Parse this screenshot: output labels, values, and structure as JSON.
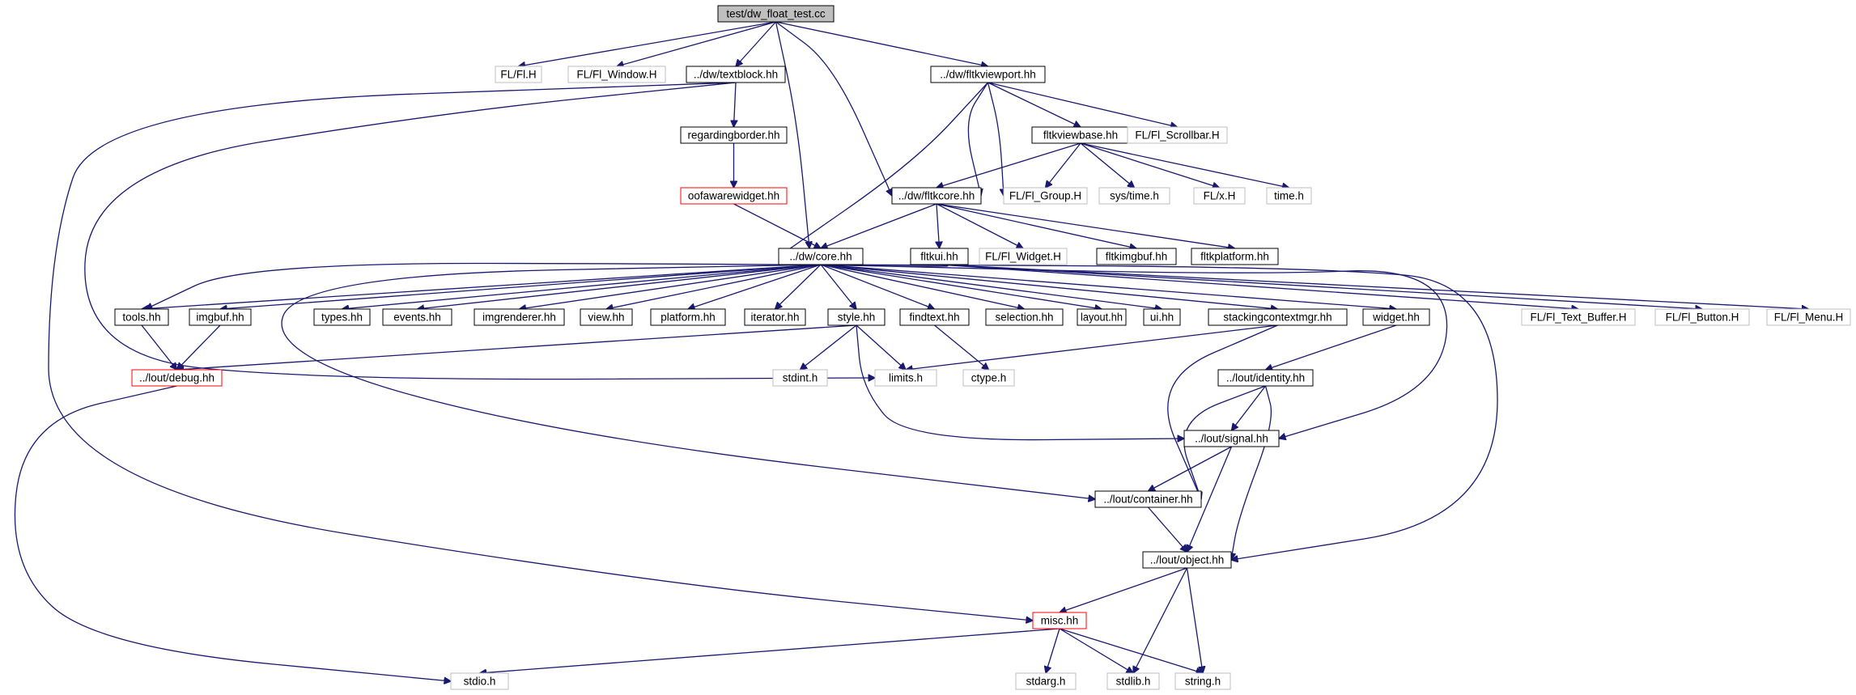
{
  "graph": {
    "colors": {
      "edge": "#191970",
      "root_fill": "#bfbfbf",
      "normal_border": "#000000",
      "external_border": "#bfbfbf",
      "truncated_border": "#ff0000"
    },
    "nodes": [
      {
        "id": "root",
        "label": "test/dw_float_test.cc",
        "kind": "root"
      },
      {
        "id": "fl_h",
        "label": "FL/Fl.H",
        "kind": "external"
      },
      {
        "id": "fl_window",
        "label": "FL/Fl_Window.H",
        "kind": "external"
      },
      {
        "id": "textblock",
        "label": "../dw/textblock.hh",
        "kind": "normal"
      },
      {
        "id": "fltkviewport",
        "label": "../dw/fltkviewport.hh",
        "kind": "normal"
      },
      {
        "id": "regardingborder",
        "label": "regardingborder.hh",
        "kind": "normal"
      },
      {
        "id": "fltkviewbase",
        "label": "fltkviewbase.hh",
        "kind": "normal"
      },
      {
        "id": "fl_scrollbar",
        "label": "FL/Fl_Scrollbar.H",
        "kind": "external"
      },
      {
        "id": "oofawarewidget",
        "label": "oofawarewidget.hh",
        "kind": "truncated"
      },
      {
        "id": "fltkcore",
        "label": "../dw/fltkcore.hh",
        "kind": "normal"
      },
      {
        "id": "fl_group",
        "label": "FL/Fl_Group.H",
        "kind": "external"
      },
      {
        "id": "sys_time",
        "label": "sys/time.h",
        "kind": "external"
      },
      {
        "id": "fl_x",
        "label": "FL/x.H",
        "kind": "external"
      },
      {
        "id": "time_h",
        "label": "time.h",
        "kind": "external"
      },
      {
        "id": "core",
        "label": "../dw/core.hh",
        "kind": "normal"
      },
      {
        "id": "fltkui",
        "label": "fltkui.hh",
        "kind": "normal"
      },
      {
        "id": "fl_widget",
        "label": "FL/Fl_Widget.H",
        "kind": "external"
      },
      {
        "id": "fltkimgbuf",
        "label": "fltkimgbuf.hh",
        "kind": "normal"
      },
      {
        "id": "fltkplatform",
        "label": "fltkplatform.hh",
        "kind": "normal"
      },
      {
        "id": "tools",
        "label": "tools.hh",
        "kind": "normal"
      },
      {
        "id": "imgbuf",
        "label": "imgbuf.hh",
        "kind": "normal"
      },
      {
        "id": "types",
        "label": "types.hh",
        "kind": "normal"
      },
      {
        "id": "events",
        "label": "events.hh",
        "kind": "normal"
      },
      {
        "id": "imgrenderer",
        "label": "imgrenderer.hh",
        "kind": "normal"
      },
      {
        "id": "view",
        "label": "view.hh",
        "kind": "normal"
      },
      {
        "id": "platform",
        "label": "platform.hh",
        "kind": "normal"
      },
      {
        "id": "iterator",
        "label": "iterator.hh",
        "kind": "normal"
      },
      {
        "id": "style",
        "label": "style.hh",
        "kind": "normal"
      },
      {
        "id": "findtext",
        "label": "findtext.hh",
        "kind": "normal"
      },
      {
        "id": "selection",
        "label": "selection.hh",
        "kind": "normal"
      },
      {
        "id": "layout",
        "label": "layout.hh",
        "kind": "normal"
      },
      {
        "id": "ui",
        "label": "ui.hh",
        "kind": "normal"
      },
      {
        "id": "stackingcontextmgr",
        "label": "stackingcontextmgr.hh",
        "kind": "normal"
      },
      {
        "id": "widget",
        "label": "widget.hh",
        "kind": "normal"
      },
      {
        "id": "fl_text_buffer",
        "label": "FL/Fl_Text_Buffer.H",
        "kind": "external"
      },
      {
        "id": "fl_button",
        "label": "FL/Fl_Button.H",
        "kind": "external"
      },
      {
        "id": "fl_menu",
        "label": "FL/Fl_Menu.H",
        "kind": "external"
      },
      {
        "id": "debug",
        "label": "../lout/debug.hh",
        "kind": "truncated"
      },
      {
        "id": "stdint",
        "label": "stdint.h",
        "kind": "external"
      },
      {
        "id": "limits",
        "label": "limits.h",
        "kind": "external"
      },
      {
        "id": "ctype",
        "label": "ctype.h",
        "kind": "external"
      },
      {
        "id": "identity",
        "label": "../lout/identity.hh",
        "kind": "normal"
      },
      {
        "id": "signal",
        "label": "../lout/signal.hh",
        "kind": "normal"
      },
      {
        "id": "container",
        "label": "../lout/container.hh",
        "kind": "normal"
      },
      {
        "id": "object",
        "label": "../lout/object.hh",
        "kind": "normal"
      },
      {
        "id": "misc",
        "label": "misc.hh",
        "kind": "truncated"
      },
      {
        "id": "stdio",
        "label": "stdio.h",
        "kind": "external"
      },
      {
        "id": "stdarg",
        "label": "stdarg.h",
        "kind": "external"
      },
      {
        "id": "stdlib",
        "label": "stdlib.h",
        "kind": "external"
      },
      {
        "id": "string",
        "label": "string.h",
        "kind": "external"
      }
    ],
    "edges": [
      [
        "root",
        "fl_h"
      ],
      [
        "root",
        "fl_window"
      ],
      [
        "root",
        "textblock"
      ],
      [
        "root",
        "core"
      ],
      [
        "root",
        "fltkcore"
      ],
      [
        "root",
        "fltkviewport"
      ],
      [
        "textblock",
        "regardingborder"
      ],
      [
        "textblock",
        "misc"
      ],
      [
        "textblock",
        "limits"
      ],
      [
        "regardingborder",
        "oofawarewidget"
      ],
      [
        "oofawarewidget",
        "core"
      ],
      [
        "fltkviewport",
        "core"
      ],
      [
        "fltkviewport",
        "fltkcore"
      ],
      [
        "fltkviewport",
        "fl_group"
      ],
      [
        "fltkviewport",
        "fltkviewbase"
      ],
      [
        "fltkviewport",
        "fl_scrollbar"
      ],
      [
        "fltkviewbase",
        "fltkcore"
      ],
      [
        "fltkviewbase",
        "fl_group"
      ],
      [
        "fltkviewbase",
        "sys_time"
      ],
      [
        "fltkviewbase",
        "fl_x"
      ],
      [
        "fltkviewbase",
        "time_h"
      ],
      [
        "fltkcore",
        "core"
      ],
      [
        "fltkcore",
        "fltkui"
      ],
      [
        "fltkcore",
        "fl_widget"
      ],
      [
        "fltkcore",
        "fltkimgbuf"
      ],
      [
        "fltkcore",
        "fltkplatform"
      ],
      [
        "core",
        "tools"
      ],
      [
        "core",
        "imgbuf"
      ],
      [
        "core",
        "types"
      ],
      [
        "core",
        "events"
      ],
      [
        "core",
        "imgrenderer"
      ],
      [
        "core",
        "view"
      ],
      [
        "core",
        "platform"
      ],
      [
        "core",
        "iterator"
      ],
      [
        "core",
        "style"
      ],
      [
        "core",
        "findtext"
      ],
      [
        "core",
        "selection"
      ],
      [
        "core",
        "layout"
      ],
      [
        "core",
        "ui"
      ],
      [
        "core",
        "stackingcontextmgr"
      ],
      [
        "core",
        "widget"
      ],
      [
        "core",
        "container"
      ],
      [
        "core",
        "signal"
      ],
      [
        "core",
        "object"
      ],
      [
        "fltkui",
        "fl_text_buffer"
      ],
      [
        "fltkui",
        "fl_button"
      ],
      [
        "fltkui",
        "fl_menu"
      ],
      [
        "fltkui",
        "tools"
      ],
      [
        "tools",
        "debug"
      ],
      [
        "imgbuf",
        "debug"
      ],
      [
        "style",
        "debug"
      ],
      [
        "style",
        "stdint"
      ],
      [
        "style",
        "limits"
      ],
      [
        "style",
        "signal"
      ],
      [
        "findtext",
        "ctype"
      ],
      [
        "stackingcontextmgr",
        "limits"
      ],
      [
        "stackingcontextmgr",
        "container"
      ],
      [
        "widget",
        "identity"
      ],
      [
        "identity",
        "signal"
      ],
      [
        "identity",
        "container"
      ],
      [
        "identity",
        "object"
      ],
      [
        "signal",
        "container"
      ],
      [
        "signal",
        "object"
      ],
      [
        "container",
        "object"
      ],
      [
        "object",
        "misc"
      ],
      [
        "object",
        "stdlib"
      ],
      [
        "object",
        "string"
      ],
      [
        "debug",
        "stdio"
      ],
      [
        "misc",
        "stdio"
      ],
      [
        "misc",
        "stdarg"
      ],
      [
        "misc",
        "stdlib"
      ],
      [
        "misc",
        "string"
      ]
    ]
  }
}
